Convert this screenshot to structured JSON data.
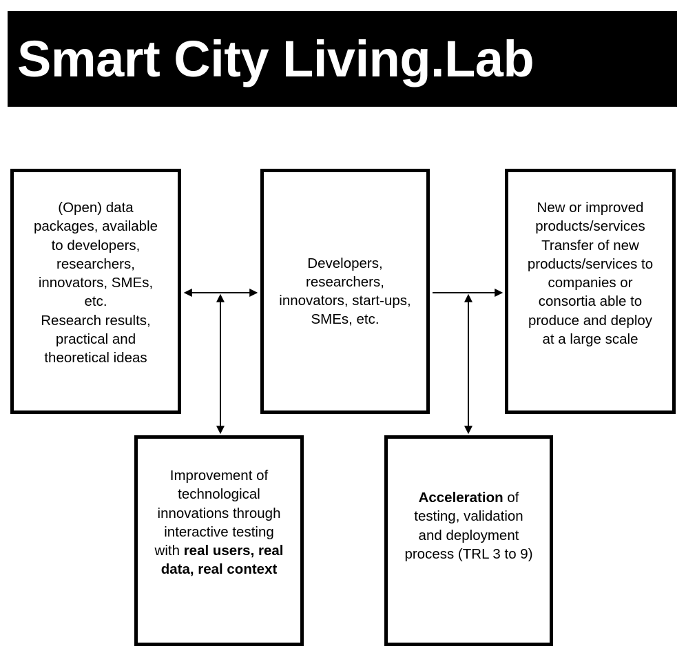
{
  "header": {
    "title": "Smart City Living.Lab",
    "background_color": "#000000",
    "text_color": "#ffffff"
  },
  "diagram": {
    "type": "flow-diagram",
    "background_color": "#ffffff",
    "box_border_color": "#000000",
    "boxes": [
      {
        "id": "data-inputs",
        "position": "top-left",
        "paragraphs": [
          "(Open) data packages, available to developers, researchers, innovators, SMEs, etc.",
          "Research results, practical and theoretical ideas"
        ],
        "text": "(Open) data\npackages, available\nto developers,\nresearchers,\ninnovators, SMEs,\netc.",
        "text2": "Research results,\npractical and\ntheoretical ideas"
      },
      {
        "id": "actors",
        "position": "top-center",
        "paragraphs": [
          "Developers, researchers, innovators, start-ups, SMEs, etc."
        ],
        "text": "Developers,\nresearchers,\ninnovators, start-ups,\nSMEs, etc."
      },
      {
        "id": "outputs",
        "position": "top-right",
        "paragraphs": [
          "New or improved products/services",
          "Transfer of new products/services to companies or consortia able to produce and deploy at a large scale"
        ],
        "text": "New or improved\nproducts/services",
        "text2": "Transfer of new\nproducts/services to\ncompanies or\nconsortia able to\nproduce and deploy\nat a large scale"
      },
      {
        "id": "improvement",
        "position": "bottom-left",
        "text_plain": "Improvement of\ntechnological\ninnovations through\ninteractive testing\nwith ",
        "text_bold": "real users, real\ndata, real context",
        "full_text": "Improvement of technological innovations through interactive testing with real users, real data, real context"
      },
      {
        "id": "acceleration",
        "position": "bottom-right",
        "text_bold": "Acceleration",
        "text_plain": " of\ntesting, validation\nand deployment\nprocess (TRL 3 to 9)",
        "full_text": "Acceleration of testing, validation and deployment process (TRL 3 to 9)"
      }
    ],
    "connectors": [
      {
        "id": "data-inputs-to-actors",
        "from": "data-inputs",
        "to": "actors",
        "orientation": "horizontal",
        "heads": "both"
      },
      {
        "id": "actors-to-outputs",
        "from": "actors",
        "to": "outputs",
        "orientation": "horizontal",
        "heads": "end"
      },
      {
        "id": "improvement-link",
        "from": "data-inputs-to-actors",
        "to": "improvement",
        "orientation": "vertical",
        "heads": "both"
      },
      {
        "id": "acceleration-link",
        "from": "actors-to-outputs",
        "to": "acceleration",
        "orientation": "vertical",
        "heads": "both"
      }
    ]
  }
}
